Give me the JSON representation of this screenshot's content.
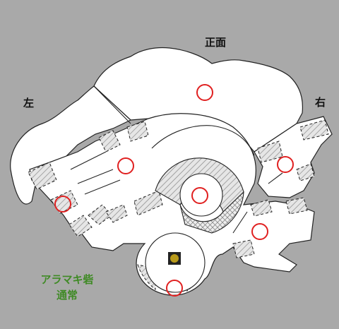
{
  "labels": {
    "front": "正面",
    "left": "左",
    "right": "右"
  },
  "map_name": {
    "line1": "アラマキ砦",
    "line2": "通常"
  },
  "colors": {
    "background": "#a9a9a9",
    "floor": "#ffffff",
    "outline": "#222222",
    "hatch": "#8a8a8a",
    "marker": "#e02020",
    "spawn_fill": "#b89a1a",
    "spawn_bg": "#222222",
    "map_name": "#3f8a25"
  },
  "icons": {
    "markers": "red-ring",
    "spawn": "yellow-dot-on-black-square"
  }
}
